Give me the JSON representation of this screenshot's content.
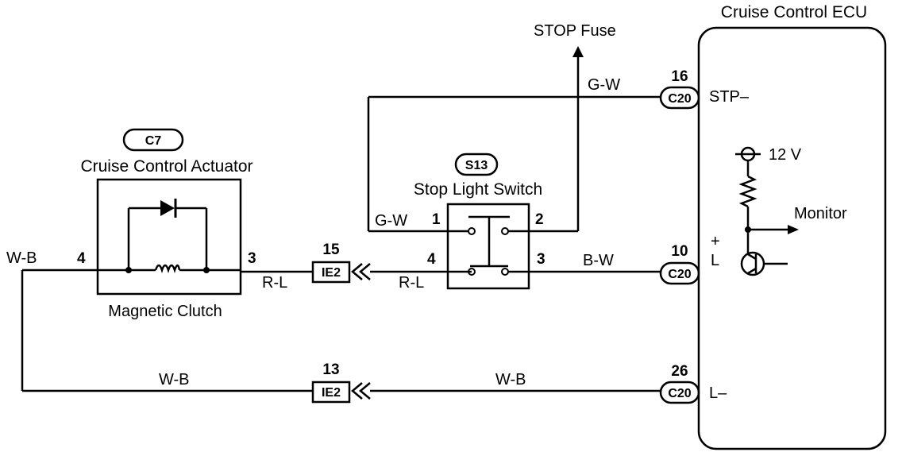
{
  "ecu": {
    "title": "Cruise Control ECU",
    "pins": {
      "stp": "STP–",
      "l_plus_sign": "+",
      "l_plus": "L",
      "l_minus": "L–"
    },
    "supply": "12 V",
    "monitor": "Monitor"
  },
  "stop_fuse": "STOP Fuse",
  "actuator": {
    "code": "C7",
    "title": "Cruise Control Actuator",
    "clutch": "Magnetic Clutch",
    "pin_left": "4",
    "pin_right": "3"
  },
  "stop_switch": {
    "code": "S13",
    "title": "Stop Light Switch",
    "pin1": "1",
    "pin2": "2",
    "pin3": "3",
    "pin4": "4"
  },
  "connectors": {
    "c20": "C20",
    "ie2": "IE2",
    "c20_pin_top": "16",
    "c20_pin_mid": "10",
    "c20_pin_bot": "26",
    "ie2_pin_top": "15",
    "ie2_pin_bot": "13"
  },
  "wires": {
    "gw_top": "G-W",
    "gw_left": "G-W",
    "bw": "B-W",
    "rl_left": "R-L",
    "rl_right": "R-L",
    "wb_left": "W-B",
    "wb_bot_left": "W-B",
    "wb_bot_right": "W-B"
  }
}
